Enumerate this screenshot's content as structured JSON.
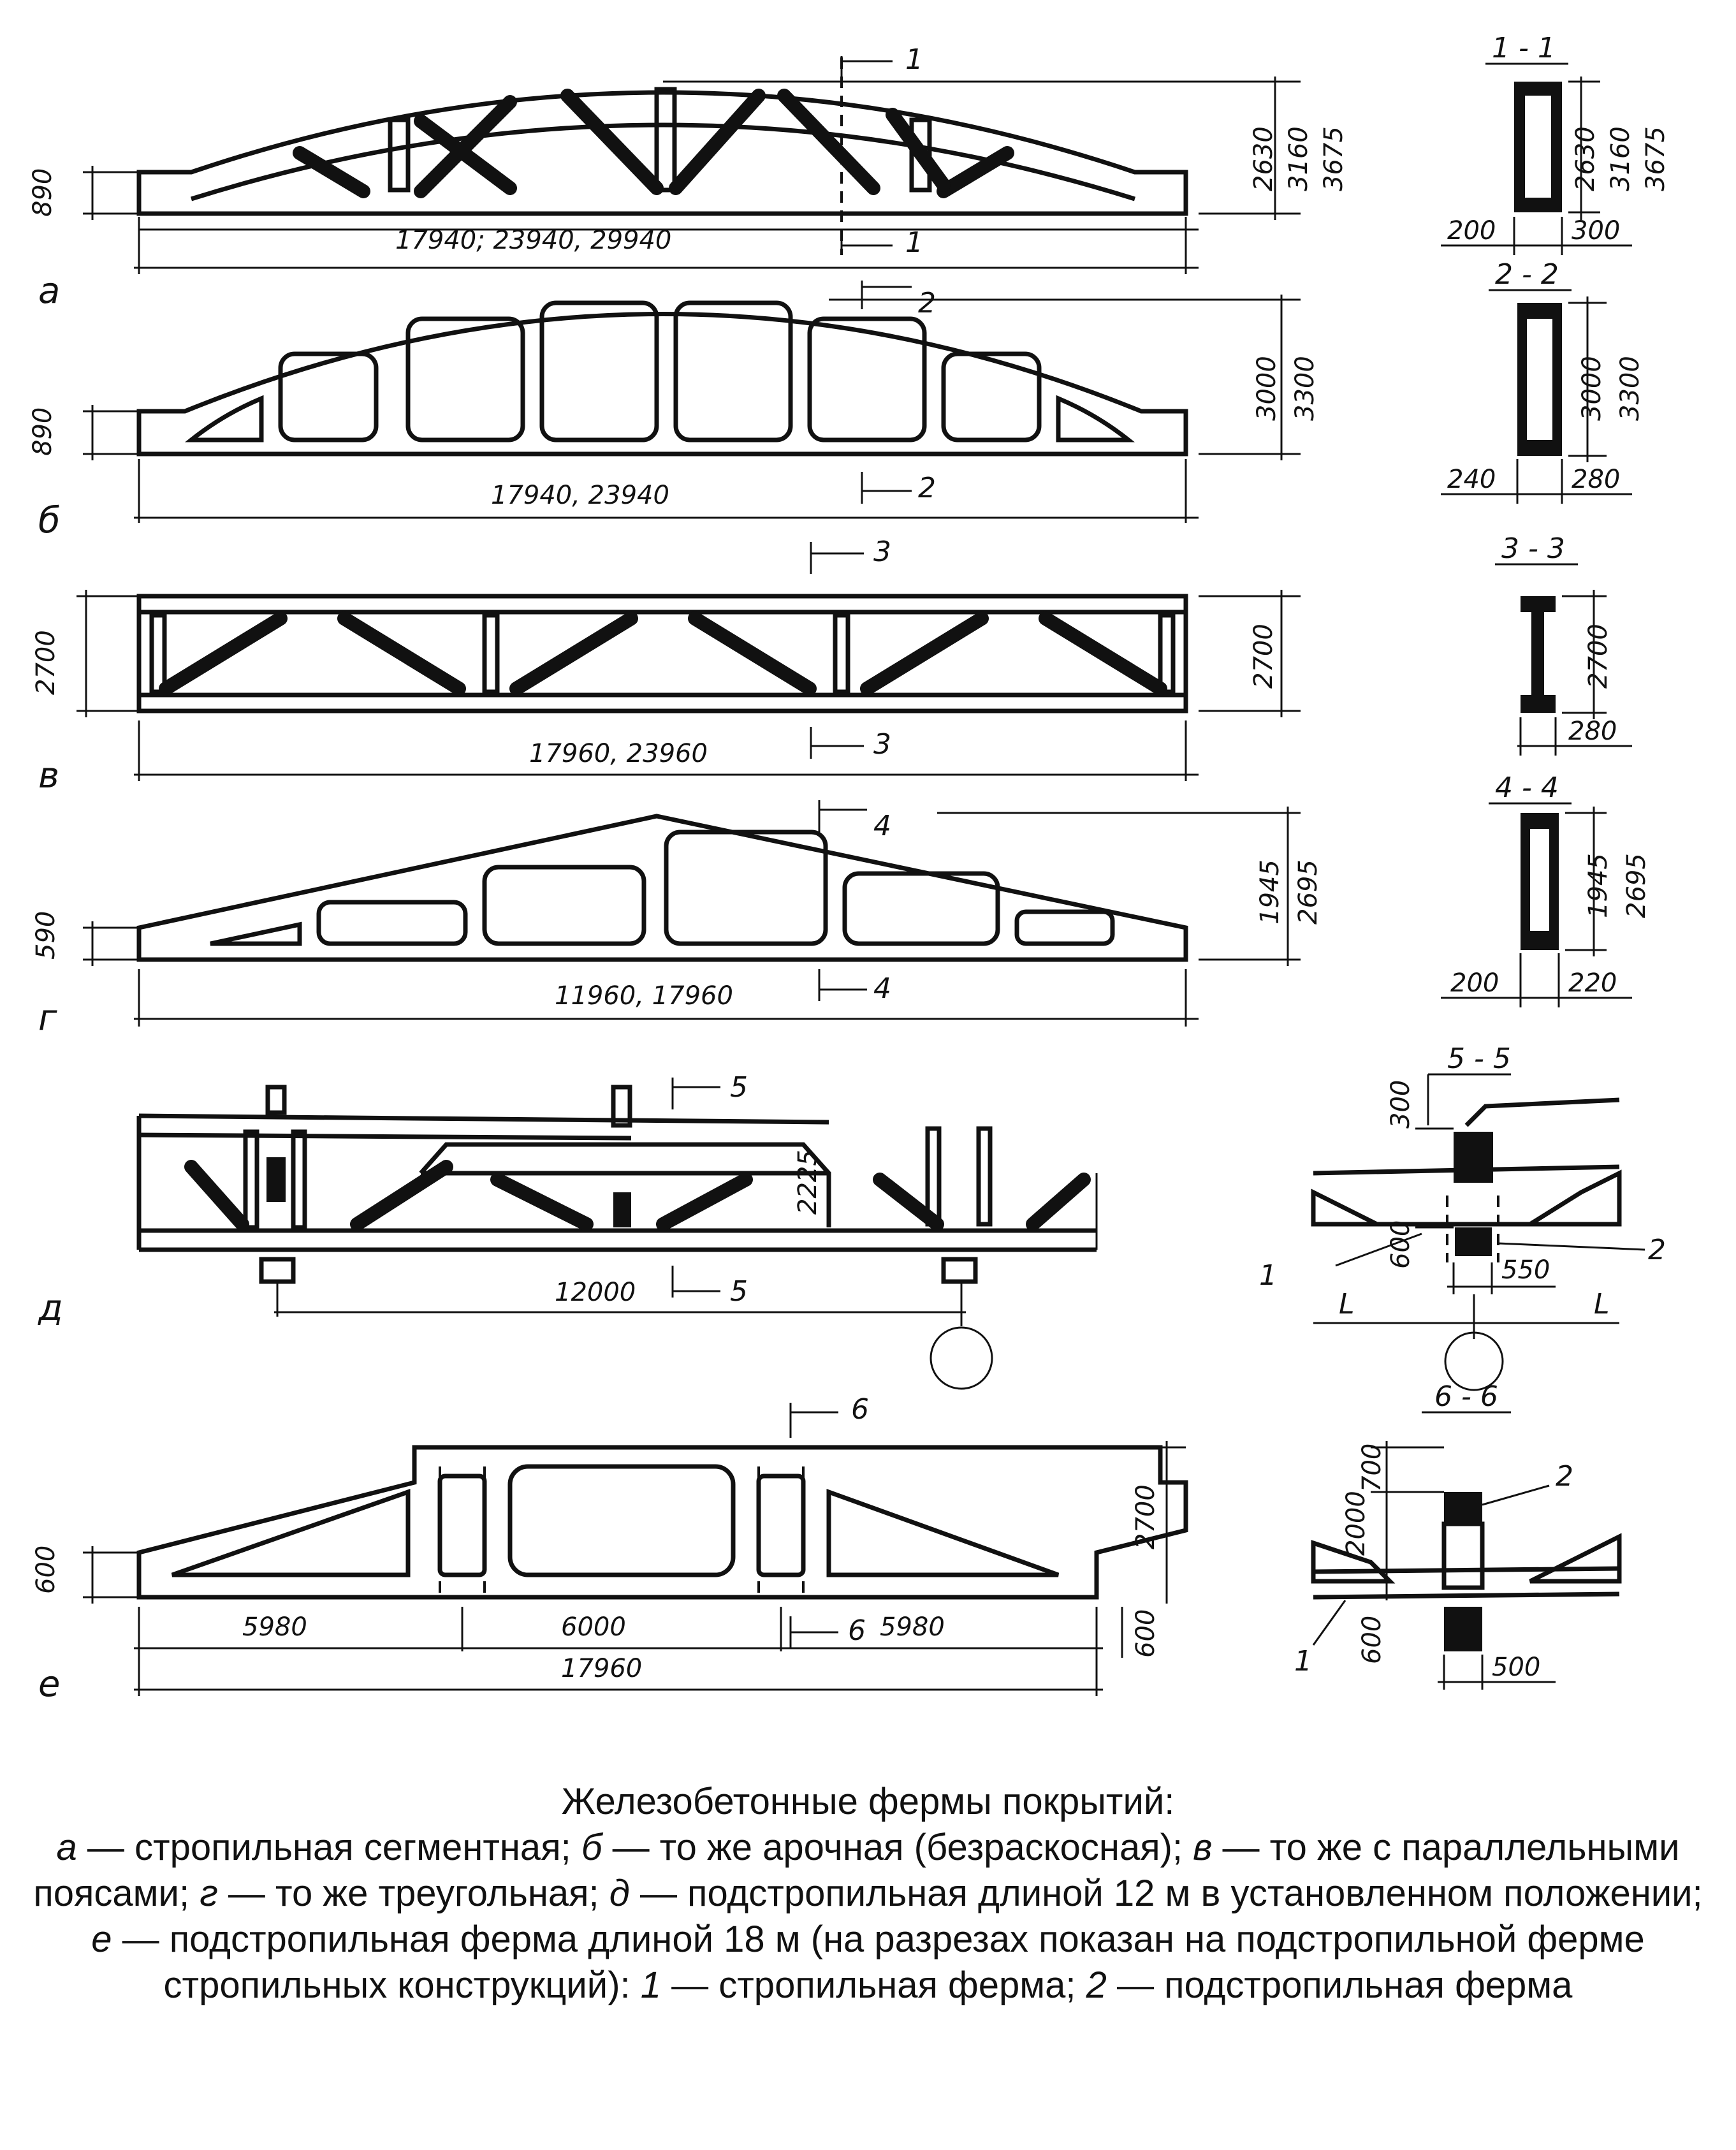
{
  "figure": {
    "panels": {
      "a": {
        "letter": "а",
        "span": "17940; 23940, 29940",
        "support_height": "890",
        "heights": [
          "2630",
          "3160",
          "3675"
        ],
        "section_mark": "1",
        "section_title": "1 - 1",
        "section_dims": [
          "200",
          "300"
        ],
        "section_heights": [
          "2630",
          "3160",
          "3675"
        ]
      },
      "b": {
        "letter": "б",
        "span": "17940, 23940",
        "support_height": "890",
        "heights": [
          "3000",
          "3300"
        ],
        "section_mark": "2",
        "section_title": "2 - 2",
        "section_dims": [
          "240",
          "280"
        ],
        "section_heights": [
          "3000",
          "3300"
        ]
      },
      "v": {
        "letter": "в",
        "span": "17960, 23960",
        "height": "2700",
        "section_mark": "3",
        "section_title": "3 - 3",
        "section_dims": [
          "280"
        ],
        "section_heights": [
          "2700"
        ]
      },
      "g": {
        "letter": "г",
        "span": "11960, 17960",
        "support_height": "590",
        "heights": [
          "1945",
          "2695"
        ],
        "section_mark": "4",
        "section_title": "4 - 4",
        "section_dims": [
          "200",
          "220"
        ],
        "section_heights": [
          "1945",
          "2695"
        ]
      },
      "d": {
        "letter": "д",
        "span": "12000",
        "height": "2225",
        "section_mark": "5",
        "section_title": "5 - 5",
        "section_dims": [
          "300",
          "600",
          "550"
        ],
        "axis_labels": [
          "L",
          "L"
        ],
        "callouts": [
          "1",
          "2"
        ]
      },
      "e": {
        "letter": "е",
        "spans": [
          "5980",
          "6000",
          "5980"
        ],
        "total": "17960",
        "support_height": "600",
        "height": "2700",
        "end_height": "600",
        "section_mark": "6",
        "section_title": "6 - 6",
        "section_dims": [
          "700",
          "2000",
          "600",
          "500"
        ],
        "callouts": [
          "2",
          "1"
        ]
      }
    }
  },
  "caption": {
    "title": "Железобетонные фермы покрытий:",
    "items": [
      {
        "letter": "а",
        "text": " — стропильная сегментная; "
      },
      {
        "letter": "б",
        "text": " — то же арочная (безраскосная); "
      },
      {
        "letter": "в",
        "text": " — то же с параллельными поясами; "
      },
      {
        "letter": "г",
        "text": " — то же треугольная; "
      },
      {
        "letter": "д",
        "text": " — подстропильная длиной 12 м в установленном положении; "
      },
      {
        "letter": "е",
        "text": " — подстропильная ферма длиной 18 м (на разрезах показан на подстропильной ферме стропильных конструкций): "
      },
      {
        "letter": "1",
        "text": " — стропильная ферма; "
      },
      {
        "letter": "2",
        "text": " — подстропильная ферма"
      }
    ]
  }
}
